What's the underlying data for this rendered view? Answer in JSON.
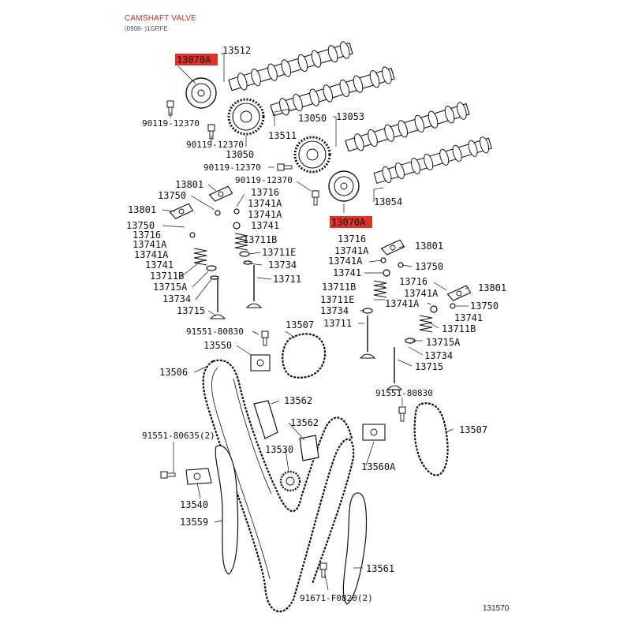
{
  "header": {
    "title": "CAMSHAFT VALVE",
    "subtitle": "(0908- )1GRFE"
  },
  "figure_number": "131570",
  "labels": {
    "l_13070a_top": "13070A",
    "l_13512": "13512",
    "l_90119_12370_a": "90119-12370",
    "l_90119_12370_b": "90119-12370",
    "l_13511": "13511",
    "l_13050_a": "13050",
    "l_13053": "13053",
    "l_13050_b": "13050",
    "l_90119_12370_c": "90119-12370",
    "l_90119_12370_d": "90119-12370",
    "l_13054": "13054",
    "l_13070a_bot": "13070A",
    "l_13801_a": "13801",
    "l_13716_a": "13716",
    "l_13750_a": "13750",
    "l_13741a_a": "13741A",
    "l_13801_b": "13801",
    "l_13741a_b": "13741A",
    "l_13750_b": "13750",
    "l_13741_a": "13741",
    "l_13716_b": "13716",
    "l_13711b_a": "13711B",
    "l_13741a_c": "13741A",
    "l_13711e_a": "13711E",
    "l_13741a_d": "13741A",
    "l_13734_a": "13734",
    "l_13741_b": "13741",
    "l_13711_a": "13711",
    "l_13711b_b": "13711B",
    "l_13715a_a": "13715A",
    "l_13734_b": "13734",
    "l_13715_a": "13715",
    "l_13716_c": "13716",
    "l_13801_c": "13801",
    "l_13741a_e": "13741A",
    "l_13741a_f": "13741A",
    "l_13750_c": "13750",
    "l_13741_c": "13741",
    "l_13716_d": "13716",
    "l_13801_d": "13801",
    "l_13711b_c": "13711B",
    "l_13741a_g": "13741A",
    "l_13711e_b": "13711E",
    "l_13741a_h": "13741A",
    "l_13750_d": "13750",
    "l_13734_c": "13734",
    "l_13741_d": "13741",
    "l_13711_b": "13711",
    "l_13711b_d": "13711B",
    "l_13715a_b": "13715A",
    "l_13734_d": "13734",
    "l_13715_b": "13715",
    "l_91551_80830_a": "91551-80830",
    "l_13507_a": "13507",
    "l_13550": "13550",
    "l_13506": "13506",
    "l_13562_a": "13562",
    "l_91551_80830_b": "91551-80830",
    "l_13562_b": "13562",
    "l_13507_b": "13507",
    "l_91551_80635": "91551-80635(2)",
    "l_13530": "13530",
    "l_13560a": "13560A",
    "l_13540": "13540",
    "l_13559": "13559",
    "l_13561": "13561",
    "l_91671_f0820": "91671-F0820(2)"
  },
  "highlight_color": "#e0312b"
}
